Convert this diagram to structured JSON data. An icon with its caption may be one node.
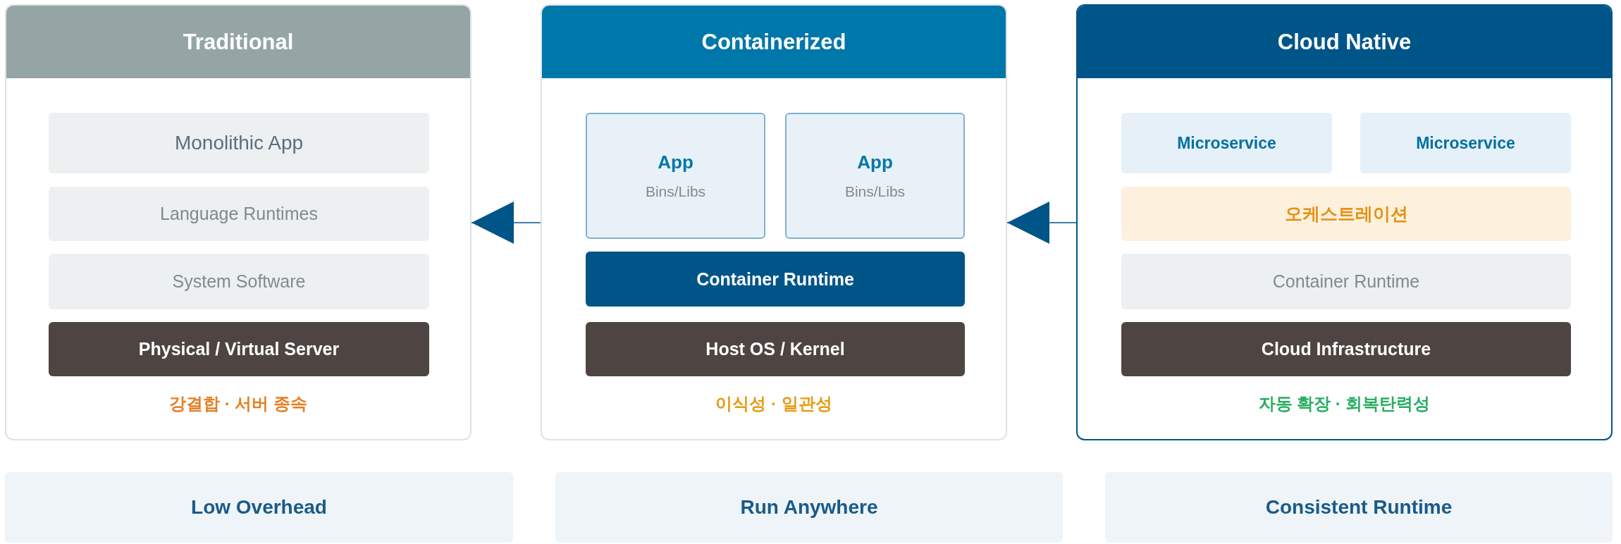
{
  "diagram": {
    "nodes": [
      {
        "text": [
          "Traditional",
          "강결합 · 서버 종속"
        ]
      },
      {
        "text": [
          "Monolithic App"
        ],
        "in": 0
      },
      {
        "text": [
          "Language Runtimes"
        ],
        "in": 0
      },
      {
        "text": [
          "System Software"
        ],
        "in": 0
      },
      {
        "text": [
          "Physical / Virtual Server"
        ],
        "in": 0
      },
      {
        "text": [
          "Containerized",
          "이식성 · 일관성"
        ]
      },
      {
        "text": [
          "App",
          "Bins/Libs"
        ],
        "in": 5
      },
      {
        "text": [
          "App",
          "Bins/Libs"
        ],
        "in": 5
      },
      {
        "text": [
          "Container Runtime"
        ],
        "in": 5
      },
      {
        "text": [
          "Host OS / Kernel"
        ],
        "in": 5
      },
      {
        "text": [
          "Cloud Native",
          "자동 확장 · 회복탄력성"
        ]
      },
      {
        "text": [
          "Microservice"
        ],
        "in": 10
      },
      {
        "text": [
          "Microservice"
        ],
        "in": 10
      },
      {
        "text": [
          "오케스트레이션"
        ],
        "in": 10
      },
      {
        "text": [
          "Container Runtime"
        ],
        "in": 10
      },
      {
        "text": [
          "Cloud Infrastructure"
        ],
        "in": 10
      },
      {
        "text": [
          "Low Overhead"
        ]
      },
      {
        "text": [
          "Run Anywhere"
        ]
      },
      {
        "text": [
          "Consistent Runtime"
        ]
      }
    ],
    "edges": [
      {
        "from": 5,
        "to": 0,
        "arrow": "to"
      },
      {
        "from": 10,
        "to": 5,
        "arrow": "to"
      }
    ]
  }
}
